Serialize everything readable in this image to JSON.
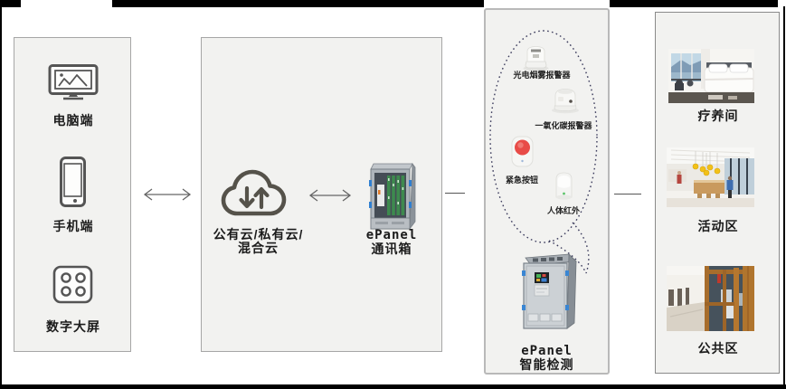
{
  "clients": {
    "items": [
      {
        "label": "电脑端",
        "icon": "desktop-monitor-icon"
      },
      {
        "label": "手机端",
        "icon": "smartphone-icon"
      },
      {
        "label": "数字大屏",
        "icon": "digital-large-screen-icon"
      }
    ]
  },
  "cloud": {
    "label_line1": "公有云/私有云/",
    "label_line2": "混合云",
    "box_label_line1": "ePanel",
    "box_label_line2": "通讯箱"
  },
  "detection": {
    "sensors": [
      {
        "label": "光电烟雾报警器",
        "icon": "smoke-alarm-image"
      },
      {
        "label": "一氧化碳报警器",
        "icon": "co-alarm-image"
      },
      {
        "label": "紧急按钮",
        "icon": "emergency-button-image"
      },
      {
        "label": "人体红外",
        "icon": "pir-sensor-image"
      }
    ],
    "device_label_line1": "ePanel",
    "device_label_line2": "智能检测"
  },
  "areas": {
    "items": [
      {
        "label": "疗养间",
        "image": "care-room-photo"
      },
      {
        "label": "活动区",
        "image": "activity-area-photo"
      },
      {
        "label": "公共区",
        "image": "public-area-photo"
      }
    ]
  },
  "colors": {
    "panel_bg": "#f2f2f0",
    "panel_border": "#a6a6a6",
    "icon_stroke": "#555555",
    "cloud_stroke": "#55524a",
    "text": "#1b1b1b",
    "bubble_dotted": "#3b3b5c",
    "emergency_red": "#e84b47",
    "frame_black": "#000000"
  }
}
